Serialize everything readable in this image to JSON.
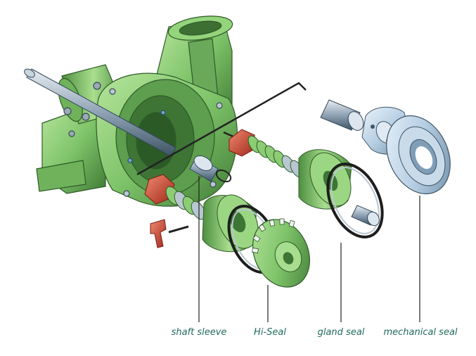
{
  "labels": {
    "shaft_sleeve": "shaft sleeve",
    "hi_seal": "Hi-Seal",
    "gland_seal": "gland seal",
    "mechanical_seal": "mechanical seal"
  },
  "colors": {
    "label_text": "#1f6a5c",
    "casing_green": "#7fc46a",
    "casing_dark": "#3f7a35",
    "part_green": "#8ccd74",
    "seal_red": "#c0392b",
    "metal_blue": "#b7cfe3",
    "leader_line": "#222222"
  }
}
